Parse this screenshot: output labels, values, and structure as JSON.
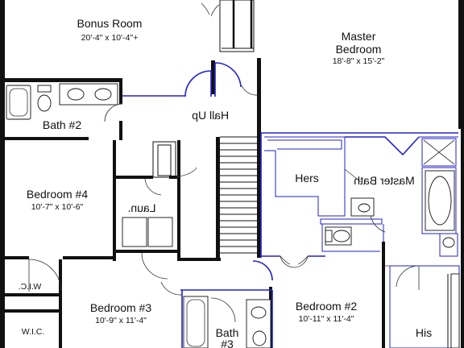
{
  "floor_plan": {
    "rooms": {
      "bonus_room": {
        "name": "Bonus Room",
        "size": "20'-4\" x 10'-4\"+"
      },
      "master_bedroom": {
        "name_line1": "Master",
        "name_line2": "Bedroom",
        "size": "18'-8\" x 15'-2\""
      },
      "hall_up": {
        "name": "Hall Up"
      },
      "bath_2": {
        "name": "Bath #2"
      },
      "bedroom_4": {
        "name": "Bedroom #4",
        "size": "10'-7\" x 10'-6\""
      },
      "laundry": {
        "name": "Laun."
      },
      "hers": {
        "name": "Hers"
      },
      "master_bath": {
        "name": "Master Bath"
      },
      "wic_1": {
        "name": "W.I.C."
      },
      "wic_2": {
        "name": "W.I.C."
      },
      "bedroom_3": {
        "name": "Bedroom #3",
        "size": "10'-9\" x 11'-4\""
      },
      "bath_3": {
        "name_line1": "Bath",
        "name_line2": "#3"
      },
      "bedroom_2": {
        "name": "Bedroom #2",
        "size": "10'-11\" x 11'-4\""
      },
      "his": {
        "name": "His"
      }
    },
    "colors": {
      "walls": "#111111",
      "highlight": "#2222cc",
      "background": "#ffffff"
    }
  }
}
